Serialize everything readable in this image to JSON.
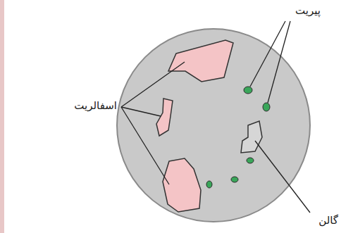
{
  "diagram": {
    "labels": [
      "پیریت",
      "اسفالریت",
      "گالن"
    ]
  }
}
